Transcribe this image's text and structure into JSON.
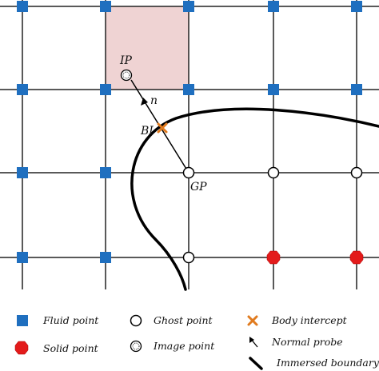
{
  "labels": {
    "image_point": "IP",
    "body_intercept": "BI",
    "normal": "n",
    "ghost_point": "GP"
  },
  "legend": {
    "fluid_point": "Fluid point",
    "solid_point": "Solid point",
    "ghost_point": "Ghost point",
    "image_point": "Image point",
    "body_intercept": "Body intercept",
    "normal_probe": "Normal probe",
    "immersed_boundary": "Immersed boundary"
  },
  "colors": {
    "fluid": "#1f6fbf",
    "solid": "#e31b1b",
    "intercept": "#e07b1f",
    "highlight_cell": "#efd3d3",
    "grid": "#222222"
  }
}
